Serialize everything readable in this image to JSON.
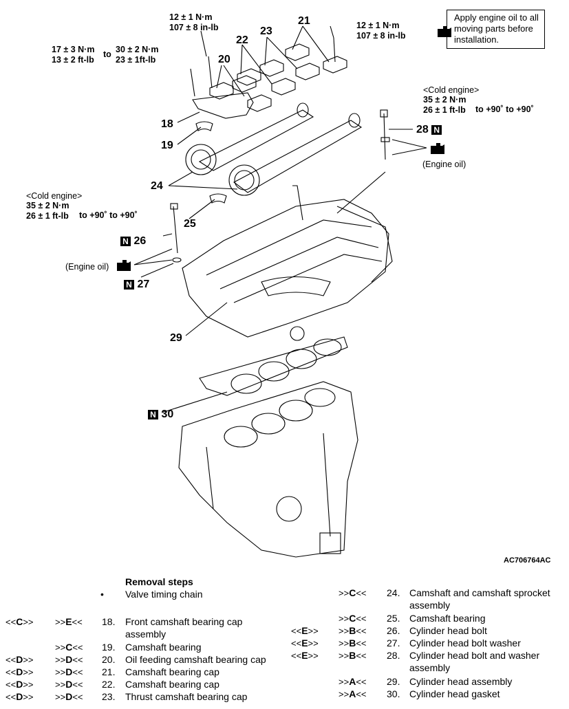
{
  "torque": {
    "t1_line1": "12 ± 1 N·m",
    "t1_line2": "107 ± 8 in-lb",
    "t2_line1": "12 ± 1 N·m",
    "t2_line2": "107 ± 8 in-lb",
    "t3_line1": "17 ± 3 N·m",
    "t3_line2": "13 ± 2 ft-lb",
    "t3_to": "to",
    "t3_b_line1": "30 ± 2 N·m",
    "t3_b_line2": "23 ± 1ft-lb",
    "t4_header": "<Cold engine>",
    "t4_line1": "35 ± 2 N·m",
    "t4_line2": "26 ± 1 ft-lb",
    "t4_to": "to +90˚ to +90˚",
    "t5_header": "<Cold engine>",
    "t5_line1": "35 ± 2 N·m",
    "t5_line2": "26 ± 1 ft-lb",
    "t5_to": "to +90˚ to +90˚"
  },
  "note": {
    "line1": "Apply engine oil to all",
    "line2": "moving parts before",
    "line3": "installation."
  },
  "labels": {
    "engine_oil_right": "(Engine oil)",
    "engine_oil_left": "(Engine oil)",
    "n_mark": "N"
  },
  "callouts": {
    "c18": "18",
    "c19": "19",
    "c20": "20",
    "c21": "21",
    "c22": "22",
    "c23": "23",
    "c24": "24",
    "c25": "25",
    "c26": "26",
    "c27": "27",
    "c28": "28",
    "c29": "29",
    "c30": "30"
  },
  "figure_id": "AC706764AC",
  "steps": {
    "title": "Removal steps",
    "bullet": "•",
    "pre_step": "Valve timing chain",
    "left": [
      {
        "a": "<<",
        "al": "C",
        "ar": ">>",
        "b": ">>",
        "bl": "E",
        "br": "<<",
        "num": "18.",
        "text": "Front camshaft bearing cap",
        "text2": "assembly"
      },
      {
        "a": "",
        "al": "",
        "ar": "",
        "b": ">>",
        "bl": "C",
        "br": "<<",
        "num": "19.",
        "text": "Camshaft bearing",
        "text2": ""
      },
      {
        "a": "<<",
        "al": "D",
        "ar": ">>",
        "b": ">>",
        "bl": "D",
        "br": "<<",
        "num": "20.",
        "text": "Oil feeding camshaft bearing cap",
        "text2": ""
      },
      {
        "a": "<<",
        "al": "D",
        "ar": ">>",
        "b": ">>",
        "bl": "D",
        "br": "<<",
        "num": "21.",
        "text": "Camshaft bearing cap",
        "text2": ""
      },
      {
        "a": "<<",
        "al": "D",
        "ar": ">>",
        "b": ">>",
        "bl": "D",
        "br": "<<",
        "num": "22.",
        "text": "Camshaft bearing cap",
        "text2": ""
      },
      {
        "a": "<<",
        "al": "D",
        "ar": ">>",
        "b": ">>",
        "bl": "D",
        "br": "<<",
        "num": "23.",
        "text": "Thrust camshaft bearing cap",
        "text2": ""
      }
    ],
    "right": [
      {
        "a": "",
        "al": "",
        "ar": "",
        "b": ">>",
        "bl": "C",
        "br": "<<",
        "num": "24.",
        "text": "Camshaft and camshaft sprocket",
        "text2": "assembly"
      },
      {
        "a": "",
        "al": "",
        "ar": "",
        "b": ">>",
        "bl": "C",
        "br": "<<",
        "num": "25.",
        "text": "Camshaft bearing",
        "text2": ""
      },
      {
        "a": "<<",
        "al": "E",
        "ar": ">>",
        "b": ">>",
        "bl": "B",
        "br": "<<",
        "num": "26.",
        "text": "Cylinder head bolt",
        "text2": ""
      },
      {
        "a": "<<",
        "al": "E",
        "ar": ">>",
        "b": ">>",
        "bl": "B",
        "br": "<<",
        "num": "27.",
        "text": "Cylinder head bolt washer",
        "text2": ""
      },
      {
        "a": "<<",
        "al": "E",
        "ar": ">>",
        "b": ">>",
        "bl": "B",
        "br": "<<",
        "num": "28.",
        "text": "Cylinder head bolt and washer",
        "text2": "assembly"
      },
      {
        "a": "",
        "al": "",
        "ar": "",
        "b": ">>",
        "bl": "A",
        "br": "<<",
        "num": "29.",
        "text": "Cylinder head assembly",
        "text2": ""
      },
      {
        "a": "",
        "al": "",
        "ar": "",
        "b": ">>",
        "bl": "A",
        "br": "<<",
        "num": "30.",
        "text": "Cylinder head gasket",
        "text2": ""
      }
    ]
  }
}
